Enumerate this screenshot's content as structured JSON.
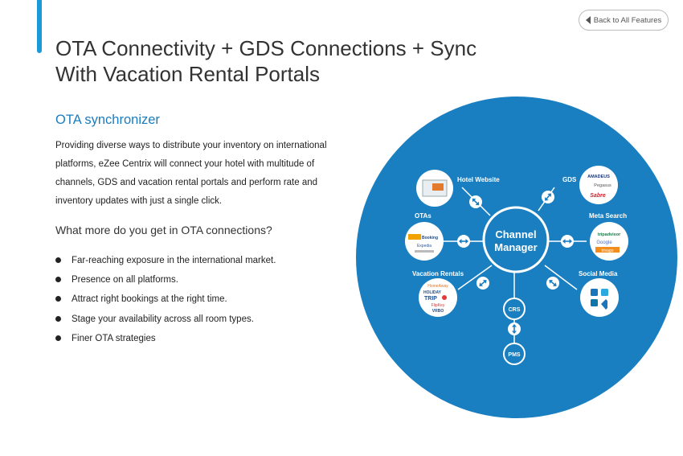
{
  "header": {
    "back_label": "Back to All Features",
    "title": "OTA Connectivity + GDS Connections + Sync With Vacation Rental Portals"
  },
  "section": {
    "subheading": "OTA synchronizer",
    "description": "Providing diverse ways to distribute your inventory on international platforms, eZee Centrix will connect your hotel with multitude of channels, GDS and vacation rental portals and perform rate and inventory updates with just a single click.",
    "question": "What more do you get in OTA connections?",
    "bullets": [
      "Far-reaching exposure in the international market.",
      "Presence on all platforms.",
      "Attract right bookings at the right time.",
      "Stage your availability across all room types.",
      "Finer OTA strategies"
    ]
  },
  "diagram": {
    "center_line1": "Channel",
    "center_line2": "Manager",
    "labels": {
      "hotel_website": "Hotel Website",
      "gds": "GDS",
      "otas": "OTAs",
      "meta_search": "Meta Search",
      "vacation_rentals": "Vacation Rentals",
      "social_media": "Social Media",
      "crs": "CRS",
      "pms": "PMS"
    },
    "logos": {
      "gds_1": "AMADEUS",
      "gds_2": "Pegasus",
      "gds_3": "Sabre",
      "meta_1": "tripadvisor",
      "meta_2": "Google",
      "meta_3": "trivago",
      "vr_1": "HomeAway",
      "vr_2": "HOLIDAY",
      "vr_3": "TRIP",
      "vr_4": "FlipKey",
      "vr_5": "VRBO",
      "ota_1": "Booking",
      "ota_2": "Expedia"
    },
    "colors": {
      "circle": "#1a7fc1",
      "white": "#ffffff",
      "accent": "#1a9ad6"
    }
  }
}
